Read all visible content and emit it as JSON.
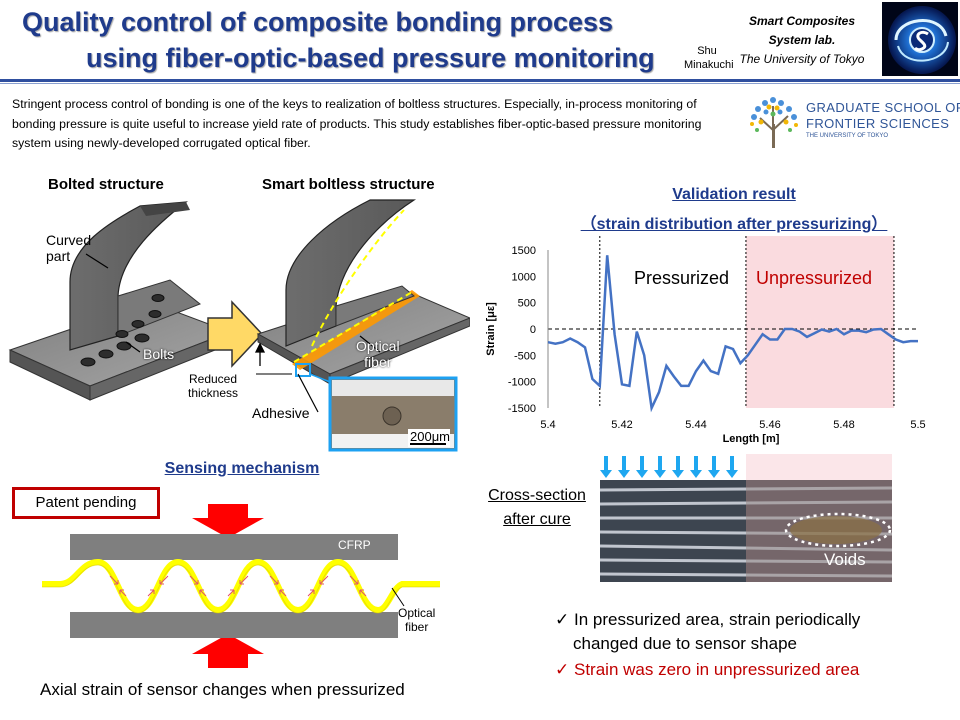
{
  "header": {
    "title_line1": "Quality control of composite bonding process",
    "title_line2": "using fiber-optic-based pressure monitoring",
    "author_first": "Shu",
    "author_last": "Minakuchi",
    "lab_line1": "Smart Composites",
    "lab_line2": "System lab.",
    "lab_line3": "The University of Tokyo"
  },
  "intro": {
    "text": "Stringent process control of bonding is one of the keys to realization of boltless structures. Especially, in-process monitoring of bonding pressure is quite useful to increase yield rate of products. This study establishes fiber-optic-based pressure monitoring system using  newly-developed corrugated optical fiber."
  },
  "gsfs": {
    "line1": "GRADUATE SCHOOL OF",
    "line2": "FRONTIER SCIENCES",
    "line3": "THE UNIVERSITY OF TOKYO"
  },
  "structures": {
    "bolted_title": "Bolted structure",
    "boltless_title": "Smart boltless structure",
    "curved_part": "Curved\npart",
    "bolts": "Bolts",
    "reduced_thickness": "Reduced\nthickness",
    "adhesive": "Adhesive",
    "optical_fiber": "Optical\nfiber",
    "scale": "200μm"
  },
  "sensing": {
    "title": "Sensing mechanism",
    "patent": "Patent pending",
    "cfrp": "CFRP",
    "optical_fiber": "Optical\nfiber",
    "caption": "Axial strain of sensor changes when pressurized"
  },
  "validation": {
    "title_line1": "Validation result",
    "title_line2": "（strain distribution after pressurizing）",
    "pressurized": "Pressurized",
    "unpressurized": "Unpressurized",
    "cross_section_line1": "Cross-section",
    "cross_section_line2": "after cure",
    "voids": "Voids",
    "bullet1_line1": "In pressurized area, strain periodically",
    "bullet1_line2": "changed due to sensor shape",
    "bullet2": "Strain was zero in unpressurized area",
    "checkmark": "✓"
  },
  "colors": {
    "title_blue": "#1f3b8c",
    "series_blue": "#4472c4",
    "unpressurized_red": "#c00000",
    "arrow_cyan": "#00b0f0",
    "sensor_yellow": "#ffff00",
    "pressure_red": "#ff0000",
    "unpressurized_bg": "#fadbdf"
  },
  "chart_data": {
    "type": "line",
    "xlabel": "Length [m]",
    "ylabel": "Strain [με]",
    "xlim": [
      5.4,
      5.5
    ],
    "ylim": [
      -1500,
      1500
    ],
    "xticks": [
      "5.4",
      "5.42",
      "5.44",
      "5.46",
      "5.48",
      "5.5"
    ],
    "yticks": [
      "1500",
      "1000",
      "500",
      "0",
      "-500",
      "-1000",
      "-1500"
    ],
    "grid": false,
    "regions": [
      {
        "label": "Pressurized",
        "x": [
          5.414,
          5.4535
        ]
      },
      {
        "label": "Unpressurized",
        "x": [
          5.4535,
          5.4935
        ]
      }
    ],
    "series": [
      {
        "x": [
          5.4,
          5.402,
          5.404,
          5.406,
          5.408,
          5.41,
          5.412,
          5.414,
          5.416,
          5.418,
          5.42,
          5.422,
          5.424,
          5.426,
          5.428,
          5.43,
          5.432,
          5.434,
          5.436,
          5.438,
          5.44,
          5.442,
          5.444,
          5.446,
          5.448,
          5.45,
          5.452,
          5.454,
          5.456,
          5.458,
          5.46,
          5.462,
          5.464,
          5.466,
          5.468,
          5.47,
          5.472,
          5.474,
          5.476,
          5.478,
          5.48,
          5.482,
          5.484,
          5.486,
          5.488,
          5.49,
          5.492,
          5.494,
          5.496,
          5.498,
          5.5
        ],
        "y": [
          -250,
          -280,
          -250,
          -180,
          -250,
          -350,
          -950,
          -1080,
          1400,
          -100,
          -1050,
          -1080,
          -50,
          -500,
          -1500,
          -1200,
          -700,
          -900,
          -1080,
          -1080,
          -800,
          -600,
          -800,
          -850,
          -330,
          -380,
          -650,
          -500,
          -300,
          -100,
          -200,
          -200,
          0,
          0,
          -50,
          -150,
          -80,
          -10,
          -50,
          0,
          -100,
          -30,
          -30,
          -60,
          -10,
          0,
          -100,
          -200,
          -250,
          -230,
          -230
        ]
      }
    ]
  }
}
